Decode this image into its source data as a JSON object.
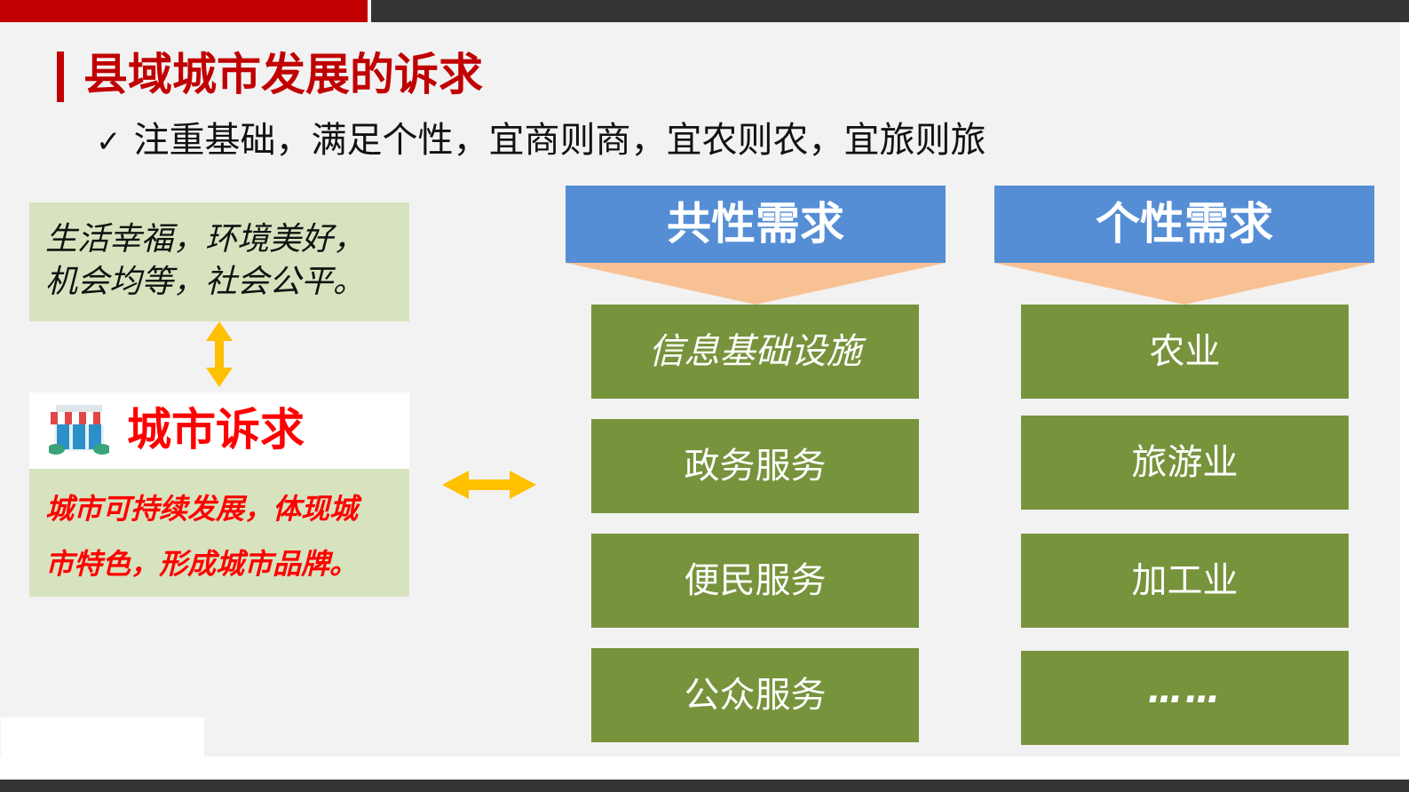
{
  "slide": {
    "title": "县域城市发展的诉求",
    "subtitle_check": "✓",
    "subtitle": "注重基础，满足个性，宜商则商，宜农则农，宜旅则旅"
  },
  "left_panel": {
    "goals": {
      "line1": "生活幸福，环境美好，",
      "line2": "机会均等，社会公平。"
    },
    "city_demand": {
      "icon": "storefront-icon",
      "title": "城市诉求",
      "line1": "城市可持续发展，体现城",
      "line2": "市特色，形成城市品牌。"
    }
  },
  "columns": [
    {
      "header": "共性需求",
      "items": [
        "信息基础设施",
        "政务服务",
        "便民服务",
        "公众服务"
      ]
    },
    {
      "header": "个性需求",
      "items": [
        "农业",
        "旅游业",
        "加工业",
        "……"
      ]
    }
  ],
  "colors": {
    "title_red": "#c00000",
    "accent_red": "#ff0000",
    "header_blue": "#558ed5",
    "triangle_peach": "#f8c194",
    "item_green": "#77933c",
    "panel_green": "#d7e3bf",
    "arrow_yellow": "#ffc000",
    "slide_bg": "#f2f2f2",
    "bar_dark": "#333433"
  }
}
